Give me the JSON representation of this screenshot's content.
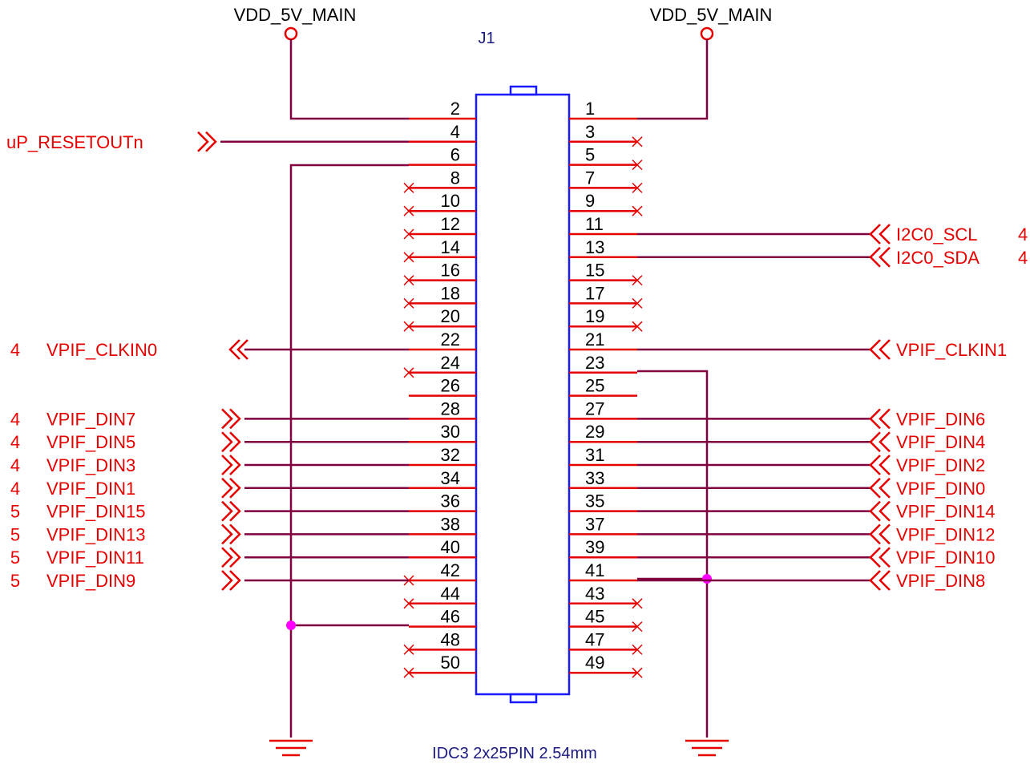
{
  "component": {
    "refdes": "J1",
    "description": "IDC3 2x25PIN 2.54mm",
    "body_color": "#1a1aff",
    "pin_color": "#e60000",
    "wire_color": "#800040",
    "label_color": "#e60000",
    "ref_color": "#1a1a80",
    "junction_color": "#ff00ff"
  },
  "power": {
    "left": "VDD_5V_MAIN",
    "right": "VDD_5V_MAIN"
  },
  "pins": [
    {
      "n": "1",
      "side": "right"
    },
    {
      "n": "2",
      "side": "left"
    },
    {
      "n": "3",
      "side": "right"
    },
    {
      "n": "4",
      "side": "left"
    },
    {
      "n": "5",
      "side": "right"
    },
    {
      "n": "6",
      "side": "left"
    },
    {
      "n": "7",
      "side": "right"
    },
    {
      "n": "8",
      "side": "left"
    },
    {
      "n": "9",
      "side": "right"
    },
    {
      "n": "10",
      "side": "left"
    },
    {
      "n": "11",
      "side": "right"
    },
    {
      "n": "12",
      "side": "left"
    },
    {
      "n": "13",
      "side": "right"
    },
    {
      "n": "14",
      "side": "left"
    },
    {
      "n": "15",
      "side": "right"
    },
    {
      "n": "16",
      "side": "left"
    },
    {
      "n": "17",
      "side": "right"
    },
    {
      "n": "18",
      "side": "left"
    },
    {
      "n": "19",
      "side": "right"
    },
    {
      "n": "20",
      "side": "left"
    },
    {
      "n": "21",
      "side": "right"
    },
    {
      "n": "22",
      "side": "left"
    },
    {
      "n": "23",
      "side": "right"
    },
    {
      "n": "24",
      "side": "left"
    },
    {
      "n": "25",
      "side": "right"
    },
    {
      "n": "26",
      "side": "left"
    },
    {
      "n": "27",
      "side": "right"
    },
    {
      "n": "28",
      "side": "left"
    },
    {
      "n": "29",
      "side": "right"
    },
    {
      "n": "30",
      "side": "left"
    },
    {
      "n": "31",
      "side": "right"
    },
    {
      "n": "32",
      "side": "left"
    },
    {
      "n": "33",
      "side": "right"
    },
    {
      "n": "34",
      "side": "left"
    },
    {
      "n": "35",
      "side": "right"
    },
    {
      "n": "36",
      "side": "left"
    },
    {
      "n": "37",
      "side": "right"
    },
    {
      "n": "38",
      "side": "left"
    },
    {
      "n": "39",
      "side": "right"
    },
    {
      "n": "40",
      "side": "left"
    },
    {
      "n": "41",
      "side": "right"
    },
    {
      "n": "42",
      "side": "left"
    },
    {
      "n": "43",
      "side": "right"
    },
    {
      "n": "44",
      "side": "left"
    },
    {
      "n": "45",
      "side": "right"
    },
    {
      "n": "46",
      "side": "left"
    },
    {
      "n": "47",
      "side": "right"
    },
    {
      "n": "48",
      "side": "left"
    },
    {
      "n": "49",
      "side": "right"
    },
    {
      "n": "50",
      "side": "left"
    }
  ],
  "nets_left": [
    {
      "name": "uP_RESETOUTn",
      "page": ""
    },
    {
      "name": "VPIF_CLKIN0",
      "page": "4"
    },
    {
      "name": "VPIF_DIN7",
      "page": "4"
    },
    {
      "name": "VPIF_DIN5",
      "page": "4"
    },
    {
      "name": "VPIF_DIN3",
      "page": "4"
    },
    {
      "name": "VPIF_DIN1",
      "page": "4"
    },
    {
      "name": "VPIF_DIN15",
      "page": "5"
    },
    {
      "name": "VPIF_DIN13",
      "page": "5"
    },
    {
      "name": "VPIF_DIN11",
      "page": "5"
    },
    {
      "name": "VPIF_DIN9",
      "page": "5"
    }
  ],
  "nets_right": [
    {
      "name": "I2C0_SCL",
      "page": "4"
    },
    {
      "name": "I2C0_SDA",
      "page": "4"
    },
    {
      "name": "VPIF_CLKIN1",
      "page": ""
    },
    {
      "name": "VPIF_DIN6",
      "page": ""
    },
    {
      "name": "VPIF_DIN4",
      "page": ""
    },
    {
      "name": "VPIF_DIN2",
      "page": ""
    },
    {
      "name": "VPIF_DIN0",
      "page": ""
    },
    {
      "name": "VPIF_DIN14",
      "page": ""
    },
    {
      "name": "VPIF_DIN12",
      "page": ""
    },
    {
      "name": "VPIF_DIN10",
      "page": ""
    },
    {
      "name": "VPIF_DIN8",
      "page": ""
    }
  ]
}
